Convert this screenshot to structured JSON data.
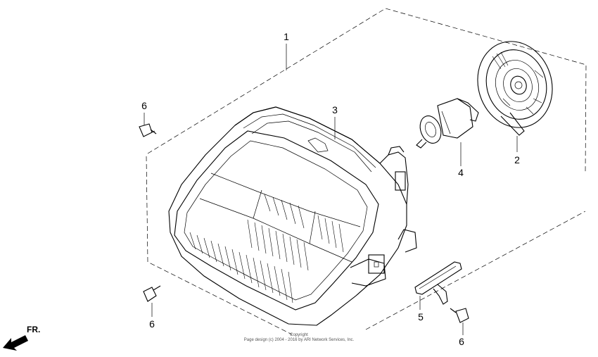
{
  "diagram": {
    "parts": [
      {
        "id": "1",
        "label": "1"
      },
      {
        "id": "2",
        "label": "2"
      },
      {
        "id": "3",
        "label": "3"
      },
      {
        "id": "4",
        "label": "4"
      },
      {
        "id": "5",
        "label": "5"
      },
      {
        "id": "6a",
        "label": "6"
      },
      {
        "id": "6b",
        "label": "6"
      },
      {
        "id": "6c",
        "label": "6"
      }
    ],
    "direction_label": "FR.",
    "copyright_line1": "Copyright",
    "copyright_line2": "Page design (c) 2004 - 2016 by ARI Network Services, Inc.",
    "colors": {
      "line": "#000000",
      "background": "#ffffff"
    }
  }
}
